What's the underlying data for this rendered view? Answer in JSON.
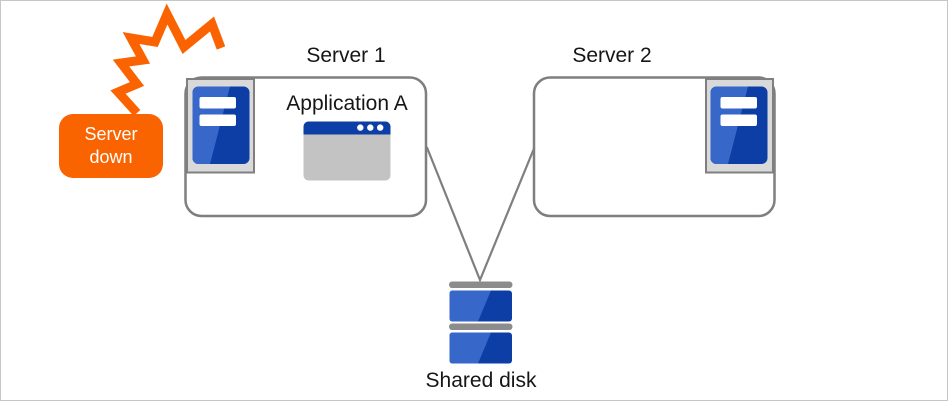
{
  "labels": {
    "server1": "Server 1",
    "server2": "Server 2",
    "application": "Application A",
    "shared_disk": "Shared disk"
  },
  "alert": {
    "line1": "Server",
    "line2": "down"
  },
  "colors": {
    "alert_orange": "#FA6400",
    "crash_orange": "#FB6300",
    "server_blue_dark": "#0C3EA6",
    "server_blue_light": "#3767C9",
    "window_title_blue": "#0C3EA6",
    "window_body_gray": "#C3C3C3",
    "icon_panel_gray": "#D9D9D9",
    "outline_gray": "#7F7F7F",
    "disk_bar_gray": "#8C8C8C",
    "text_black": "#161616"
  },
  "icons": {
    "crash": "crash-burst-icon",
    "server1_tower": "server-tower-icon",
    "server2_tower": "server-tower-icon",
    "application_window": "application-window-icon",
    "shared_disk": "disk-stack-icon"
  }
}
